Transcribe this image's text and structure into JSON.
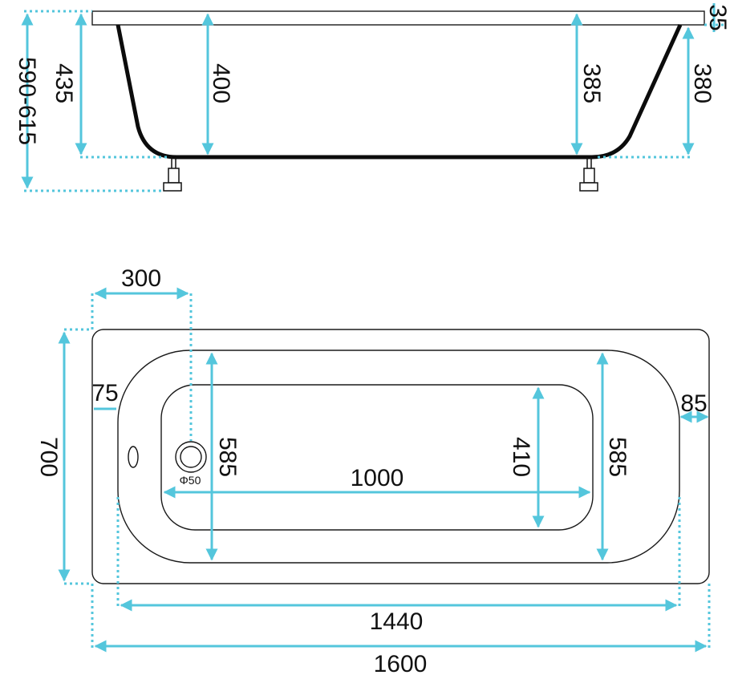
{
  "side_view": {
    "total_height_label": "590-615",
    "depth_left_label": "435",
    "depth_inner_left_label": "400",
    "depth_inner_right_label": "385",
    "depth_right_label": "380",
    "rim_thickness_label": "35"
  },
  "top_view": {
    "drain_offset_label": "300",
    "width_label": "700",
    "left_rim_label": "75",
    "right_rim_label": "85",
    "inner_width_left_label": "585",
    "inner_width_right_label": "585",
    "bottom_width_label": "410",
    "bottom_length_label": "1000",
    "drain_diameter_label": "Φ50",
    "inner_length_label": "1440",
    "overall_length_label": "1600"
  },
  "colors": {
    "dimension": "#54c6dc",
    "outline": "#1a1a1a"
  }
}
